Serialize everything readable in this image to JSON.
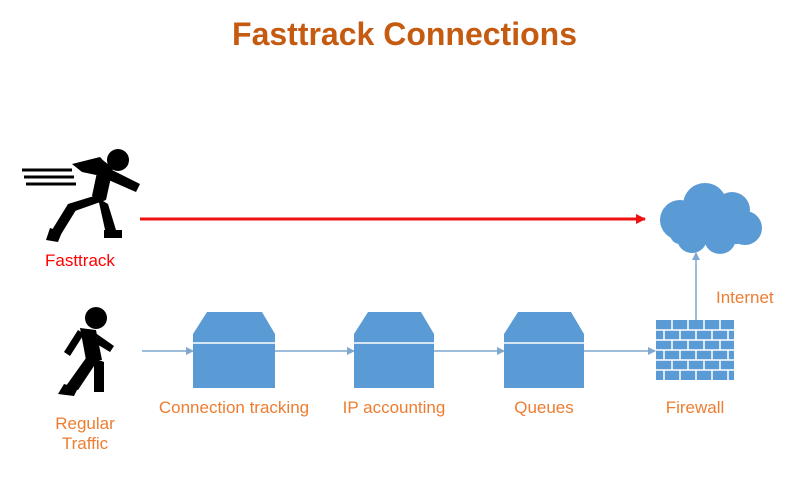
{
  "title": "Fasttrack Connections",
  "fasttrack": {
    "label": "Fasttrack"
  },
  "regular": {
    "label_line1": "Regular",
    "label_line2": "Traffic"
  },
  "stages": [
    {
      "label": "Connection tracking"
    },
    {
      "label": "IP accounting"
    },
    {
      "label": "Queues"
    }
  ],
  "firewall": {
    "label": "Firewall"
  },
  "internet": {
    "label": "Internet"
  },
  "icons": {
    "fast_runner": "fast-runner-icon",
    "walker": "walking-person-icon",
    "cloud": "cloud-icon",
    "firewall": "brick-wall-icon",
    "stage_box": "box-icon"
  },
  "colors": {
    "title": "#c55a11",
    "label_orange": "#ed7d31",
    "fasttrack_red": "#ff0000",
    "arrow_red": "#ee1111",
    "shape_blue": "#5b9bd5",
    "line_blue": "#7fa7cf"
  }
}
